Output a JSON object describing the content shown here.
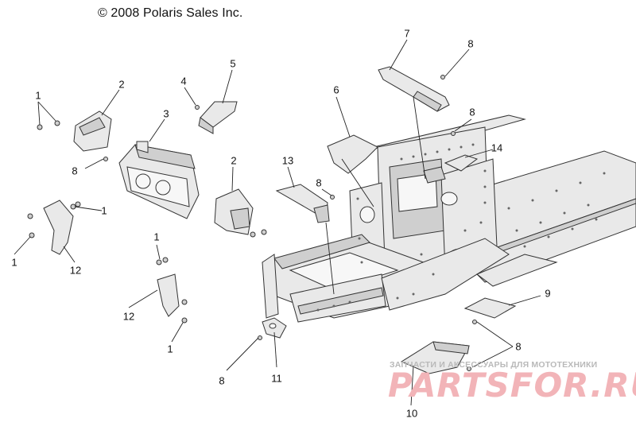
{
  "header": {
    "copyright": "© 2008 Polaris Sales Inc."
  },
  "callouts": [
    {
      "id": "c1a",
      "label": "1"
    },
    {
      "id": "c2a",
      "label": "2"
    },
    {
      "id": "c3",
      "label": "3"
    },
    {
      "id": "c4",
      "label": "4"
    },
    {
      "id": "c5",
      "label": "5"
    },
    {
      "id": "c6",
      "label": "6"
    },
    {
      "id": "c7",
      "label": "7"
    },
    {
      "id": "c8a",
      "label": "8"
    },
    {
      "id": "c8b",
      "label": "8"
    },
    {
      "id": "c8c",
      "label": "8"
    },
    {
      "id": "c8d",
      "label": "8"
    },
    {
      "id": "c13",
      "label": "13"
    },
    {
      "id": "c14",
      "label": "14"
    },
    {
      "id": "c2b",
      "label": "2"
    },
    {
      "id": "c1b",
      "label": "1"
    },
    {
      "id": "c1c",
      "label": "1"
    },
    {
      "id": "c12a",
      "label": "12"
    },
    {
      "id": "c1d",
      "label": "1"
    },
    {
      "id": "c12b",
      "label": "12"
    },
    {
      "id": "c1e",
      "label": "1"
    },
    {
      "id": "c9",
      "label": "9"
    },
    {
      "id": "c8e",
      "label": "8"
    },
    {
      "id": "c8f",
      "label": "8"
    },
    {
      "id": "c11",
      "label": "11"
    },
    {
      "id": "c10",
      "label": "10"
    }
  ],
  "watermark": {
    "tagline": "ЗАПЧАСТИ И АКСЕССУАРЫ ДЛЯ МОТОТЕХНИКИ",
    "brand": "PARTSFOR.RU",
    "color": "#f2b4b8"
  }
}
